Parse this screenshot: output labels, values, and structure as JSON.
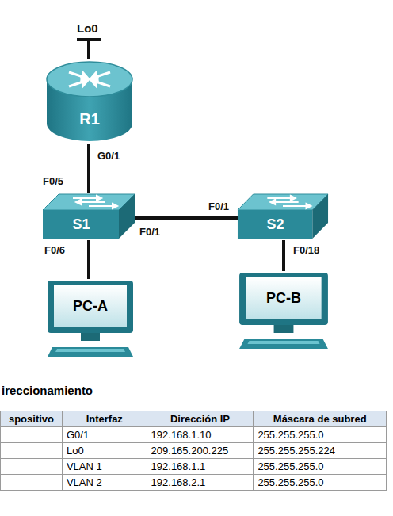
{
  "diagram": {
    "nodes": [
      {
        "text": [
          "R1"
        ]
      },
      {
        "text": [
          "S1"
        ]
      },
      {
        "text": [
          "S2"
        ]
      },
      {
        "text": [
          "PC-A"
        ]
      },
      {
        "text": [
          "PC-B"
        ]
      }
    ],
    "edges": [
      {
        "from": 0,
        "to": 1,
        "arrow": "none"
      },
      {
        "from": 1,
        "to": 2,
        "arrow": "none"
      },
      {
        "from": 1,
        "to": 3,
        "arrow": "none"
      },
      {
        "from": 2,
        "to": 4,
        "arrow": "none"
      }
    ],
    "labels": [
      "Lo0",
      "G0/1",
      "F0/5",
      "F0/1",
      "F0/1",
      "F0/6",
      "F0/18",
      "ireccionamiento",
      "spositivo",
      "Interfaz",
      "Dirección IP",
      "Máscara de subred",
      "G0/1",
      "192.168.1.10",
      "255.255.255.0",
      "Lo0",
      "209.165.200.225",
      "255.255.255.224",
      "VLAN 1",
      "192.168.1.1",
      "255.255.255.0",
      "VLAN 2",
      "192.168.2.1",
      "255.255.255.0"
    ]
  }
}
